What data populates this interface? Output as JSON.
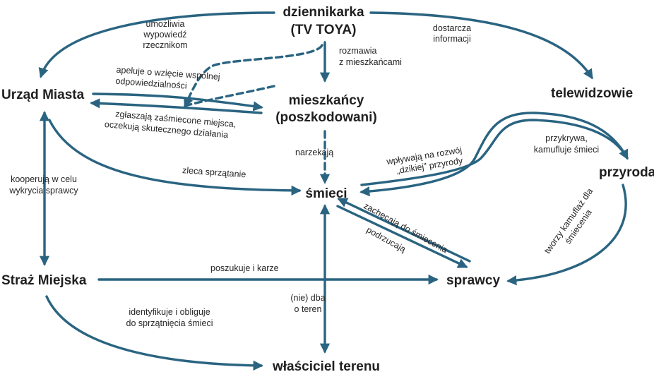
{
  "accent_color": "#2a6481",
  "nodes": {
    "journalist_line1": "dziennikarka",
    "journalist_line2": "(TV TOYA)",
    "city_hall": "Urząd Miasta",
    "residents_line1": "mieszkańcy",
    "residents_line2": "(poszkodowani)",
    "viewers": "telewidzowie",
    "trash": "śmieci",
    "nature": "przyroda",
    "city_guard": "Straż Miejska",
    "perpetrators": "sprawcy",
    "land_owner": "właściciel terenu"
  },
  "edges": {
    "enables_statement": [
      "umożliwia",
      "wypowiedź",
      "rzecznikom"
    ],
    "provides_info": [
      "dostarcza",
      "informacji"
    ],
    "talks_residents": [
      "rozmawia",
      "z mieszkańcami"
    ],
    "appeals": [
      "apeluje o wzięcie wspólnej",
      "odpowiedzialności"
    ],
    "report": [
      "zgłaszają zaśmiecone miejsca,",
      "oczekują skutecznego działania"
    ],
    "complain": "narzekają",
    "orders_cleanup": "zleca sprzątanie",
    "cooperate": [
      "kooperują w celu",
      "wykrycia sprawcy"
    ],
    "influences": [
      "wpływają na rozwój",
      "„dzikiej” przyrody"
    ],
    "covers": [
      "przykrywa,",
      "kamufluje śmieci"
    ],
    "encourage": "zachęcają do śmiecenia",
    "dump": "podrzucają",
    "camouflage": [
      "tworzy kamuflaż dla",
      "śmiecenia"
    ],
    "search_punish": "poszukuje i karze",
    "identifies": [
      "identyfikuje i obliguje",
      "do sprzątnięcia śmieci"
    ],
    "cares_land": [
      "(nie) dba",
      "o teren"
    ]
  }
}
